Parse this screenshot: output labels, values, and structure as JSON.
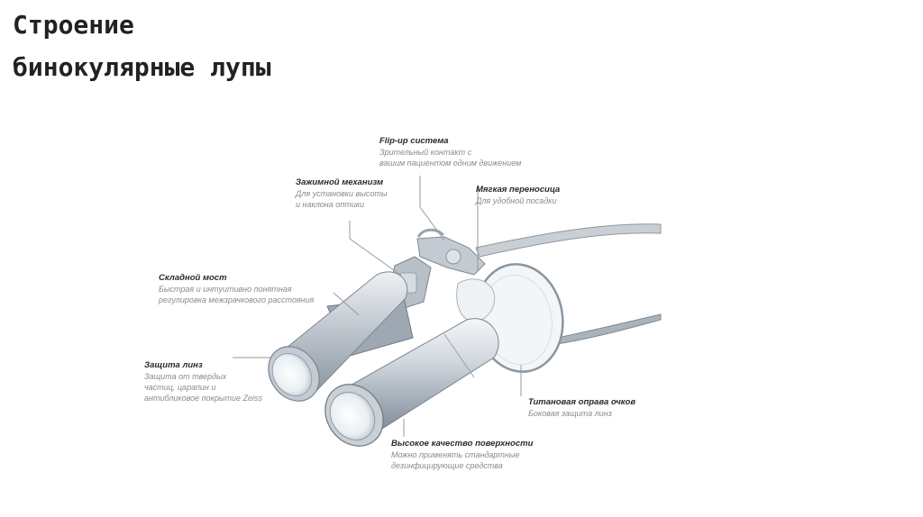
{
  "title": {
    "line1": "Строение",
    "line2": "бинокулярные лупы"
  },
  "labels": {
    "flipup": {
      "title": "Flip-up система",
      "desc": "Зрительный контакт с\nвашим пациентом одним движением"
    },
    "clamp": {
      "title": "Зажимной механизм",
      "desc": "Для установки высоты\nи наклона оптики"
    },
    "nosepad": {
      "title": "Мягкая переносица",
      "desc": "Для удобной посадки"
    },
    "bridge": {
      "title": "Складной мост",
      "desc": "Быстрая и интуитивно понятная\nрегулировка межзрачкового расстояния"
    },
    "lens": {
      "title": "Защита линз",
      "desc": "Защита от твердых\nчастиц, царапин и\nантибликовое покрытие Zeiss"
    },
    "frame": {
      "title": "Титановая оправа очков",
      "desc": "Боковая защита линз"
    },
    "surface": {
      "title": "Высокое качество поверхности",
      "desc": "Можно применять стандартные\nдезинфицирующие средства"
    }
  },
  "colors": {
    "metal_light": "#e4e8ec",
    "metal_mid": "#b6bec6",
    "metal_dark": "#7d8791",
    "leader": "#9a9a9a"
  }
}
